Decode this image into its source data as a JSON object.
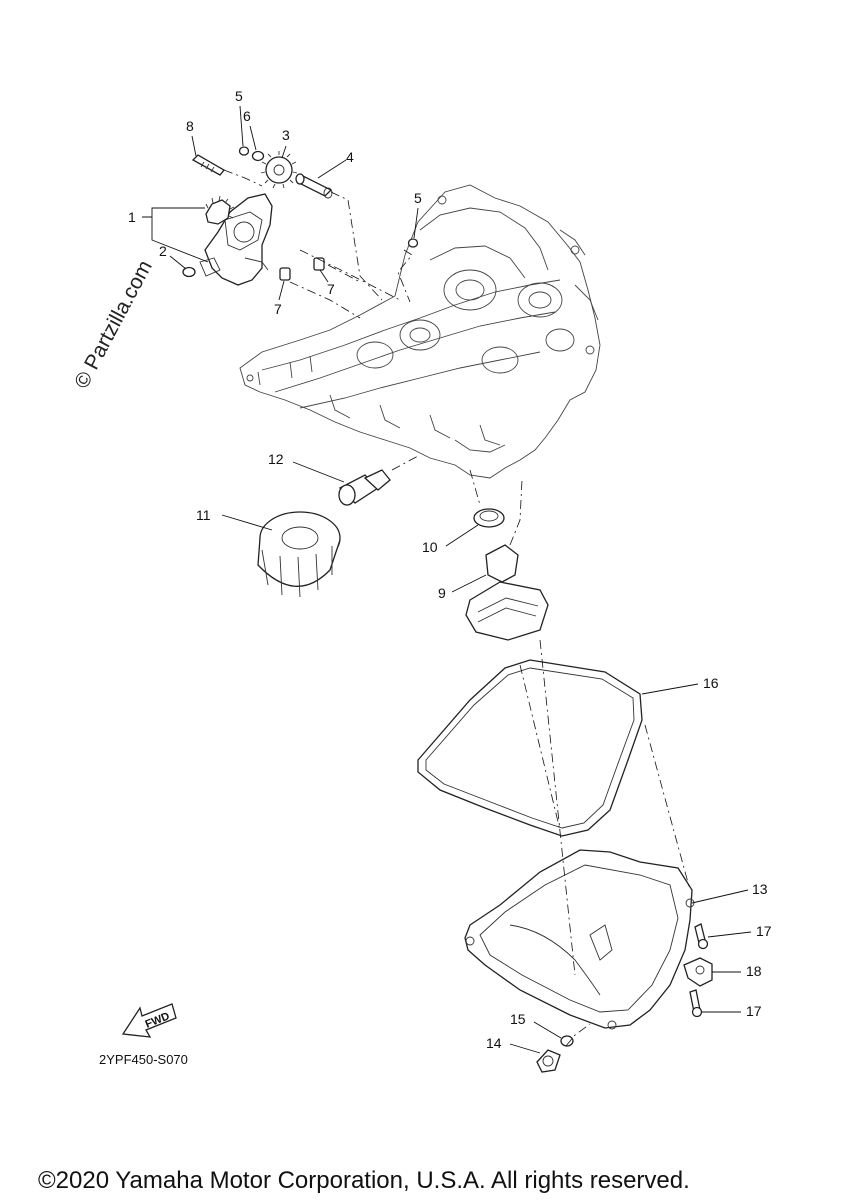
{
  "watermark": "© Partzilla.com",
  "diagram_code": "2YPF450-S070",
  "copyright": "©2020 Yamaha Motor Corporation, U.S.A. All rights reserved.",
  "fwd_label": "FWD",
  "callouts": [
    {
      "id": "c1",
      "label": "1"
    },
    {
      "id": "c2",
      "label": "2"
    },
    {
      "id": "c3",
      "label": "3"
    },
    {
      "id": "c4",
      "label": "4"
    },
    {
      "id": "c5a",
      "label": "5"
    },
    {
      "id": "c5b",
      "label": "5"
    },
    {
      "id": "c6",
      "label": "6"
    },
    {
      "id": "c7a",
      "label": "7"
    },
    {
      "id": "c7b",
      "label": "7"
    },
    {
      "id": "c8",
      "label": "8"
    },
    {
      "id": "c9",
      "label": "9"
    },
    {
      "id": "c10",
      "label": "10"
    },
    {
      "id": "c11",
      "label": "11"
    },
    {
      "id": "c12",
      "label": "12"
    },
    {
      "id": "c13",
      "label": "13"
    },
    {
      "id": "c14",
      "label": "14"
    },
    {
      "id": "c15",
      "label": "15"
    },
    {
      "id": "c16",
      "label": "16"
    },
    {
      "id": "c17a",
      "label": "17"
    },
    {
      "id": "c17b",
      "label": "17"
    },
    {
      "id": "c18",
      "label": "18"
    }
  ]
}
